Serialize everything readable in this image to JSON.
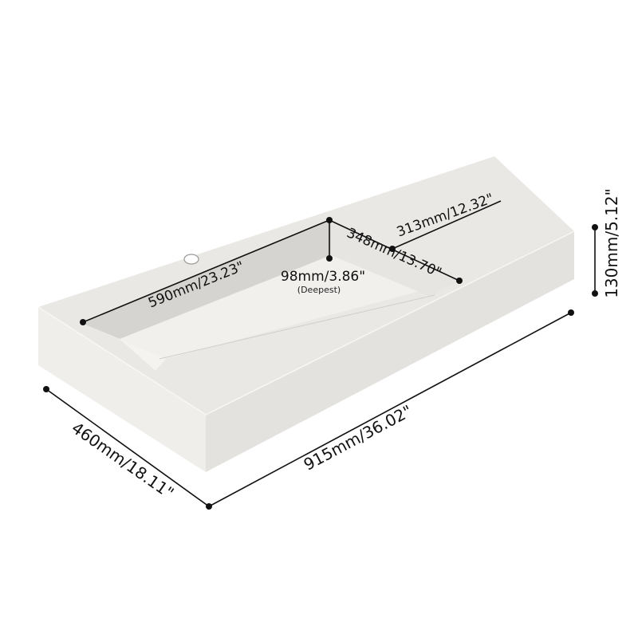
{
  "product": {
    "dimensions": {
      "width_overall": "915mm/36.02\"",
      "depth_overall": "460mm/18.11\"",
      "height_overall": "130mm/5.12\"",
      "basin_length": "590mm/23.23\"",
      "basin_width": "348mm/13.70\"",
      "basin_depth": "98mm/3.86\"",
      "basin_depth_note": "(Deepest)",
      "deck_width": "313mm/12.32\""
    },
    "colors": {
      "sink_top": "#e9e8e4",
      "sink_front": "#dcdbd7",
      "sink_side": "#e4e3df",
      "basin_floor": "#efeeeb",
      "basin_wall_back": "#d6d5d1",
      "basin_wall_left": "#f4f3f0",
      "dimension_line": "#111111",
      "background": "#ffffff"
    }
  }
}
